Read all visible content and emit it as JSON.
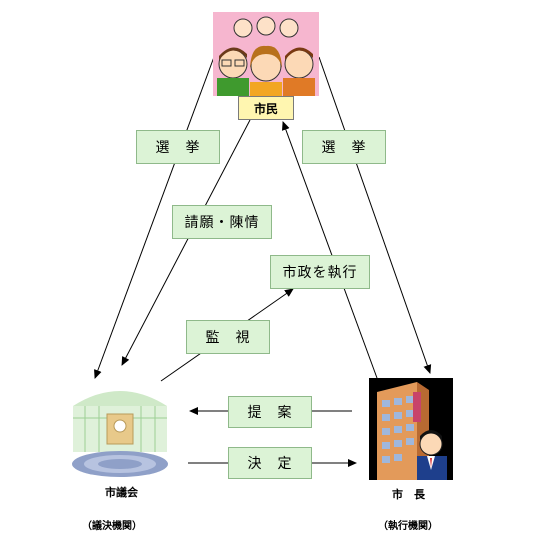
{
  "citizens": {
    "label": "市民"
  },
  "council": {
    "label": "市議会",
    "role": "（議決機関）"
  },
  "mayor": {
    "label": "市　長",
    "role": "（執行機関）"
  },
  "edges": {
    "election_left": "選　挙",
    "election_right": "選　挙",
    "petition": "請願・陳情",
    "execute": "市政を執行",
    "monitor": "監　視",
    "propose": "提　案",
    "decide": "決　定"
  }
}
